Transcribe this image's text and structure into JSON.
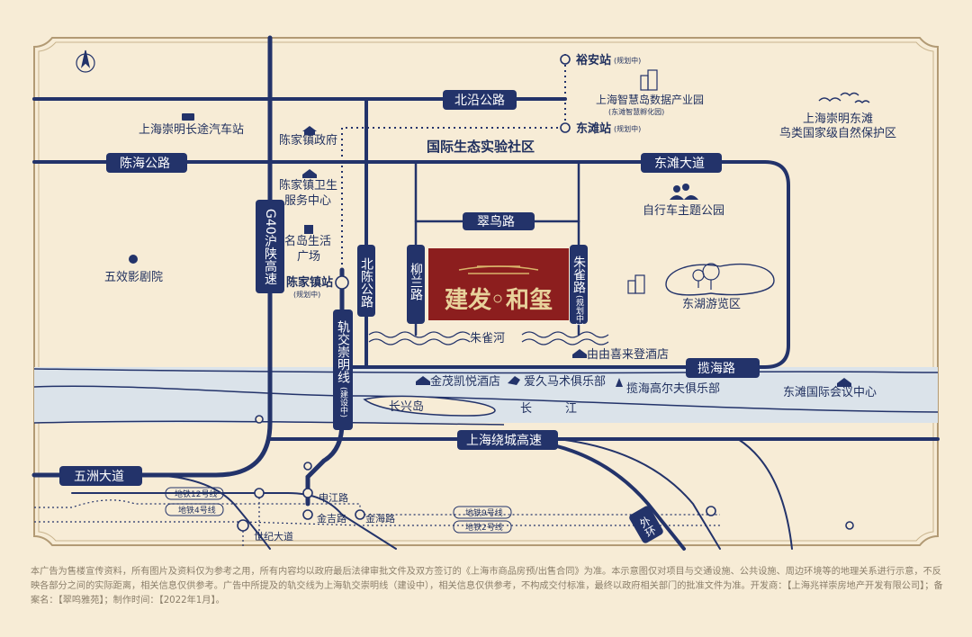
{
  "colors": {
    "road": "#23336a",
    "background": "#f7ecd6",
    "border": "#b29a74",
    "project": "#8c1e1e",
    "water": "#dbe3ea"
  },
  "icons": [
    "north-arrow-icon",
    "bus-icon",
    "government-icon",
    "hospital-icon",
    "shopping-icon",
    "cinema-icon",
    "metro-icon",
    "building-icon",
    "birds-icon",
    "people-icon",
    "hotel-icon",
    "horse-icon",
    "golf-icon",
    "water-waves-icon"
  ],
  "roads": {
    "beiyan": "北沿公路",
    "chenhai": "陈海公路",
    "dongtan": "东滩大道",
    "cuiniao": "翠鸟路",
    "liulan": "柳兰路",
    "zhuque": "朱雀路",
    "zhuque_note": "(规划中)",
    "beichen": "北陈公路",
    "g40": "G40沪陕高速",
    "lanhai": "揽海路",
    "raocheng": "上海绕城高速",
    "wuzhou": "五洲大道",
    "waihuan": "外环",
    "metro_line": "轨交崇明线",
    "metro_note": "(建设中)"
  },
  "stations": {
    "yuan": "裕安站",
    "yuan_note": "(规划中)",
    "dongtan": "东滩站",
    "dongtan_note": "(规划中)",
    "chenjia": "陈家镇站",
    "chenjia_note": "(规划中)"
  },
  "places": {
    "eco_community": "国际生态实验社区",
    "bus_station": "上海崇明长途汽车站",
    "gov": "陈家镇政府",
    "health1": "陈家镇卫生",
    "health2": "服务中心",
    "mingdao1": "名岛生活",
    "mingdao2": "广场",
    "cinema": "五效影剧院",
    "smart1": "上海智慧岛数据产业园",
    "smart2": "(东滩智慧孵化园)",
    "bird1": "上海崇明东滩",
    "bird2": "鸟类国家级自然保护区",
    "bike": "自行车主题公园",
    "lake": "东湖游览区",
    "zhuque_river": "朱雀河",
    "youyou": "由由喜来登酒店",
    "jinmao": "金茂凯悦酒店",
    "aijiu": "爱久马术俱乐部",
    "golf": "揽海高尔夫俱乐部",
    "conference": "东滩国际会议中心",
    "changxing": "长兴岛",
    "chang": "长",
    "jiang": "江"
  },
  "project": {
    "name_left": "建发",
    "name_right": "和玺"
  },
  "metro": {
    "line12": "地铁12号线",
    "line4": "地铁4号线",
    "line9": "地铁9号线",
    "line2": "地铁2号线",
    "shenjiang": "申江路",
    "jinji": "金吉路",
    "jinhai": "金海路",
    "shiji": "世纪大道"
  },
  "disclaimer": "本广告为售楼宣传资料，所有图片及资料仅为参考之用，所有内容均以政府最后法律审批文件及双方签订的《上海市商品房预/出售合同》为准。本示意图仅对项目与交通设施、公共设施、周边环境等的地理关系进行示意，不反映各部分之间的实际距离，相关信息仅供参考。广告中所提及的轨交线为上海轨交崇明线（建设中），相关信息仅供参考，不构成交付标准，最终以政府相关部门的批准文件为准。开发商：【上海兆祥崇房地产开发有限公司】；备案名：【翠鸣雅苑】；制作时间：【2022年1月】。"
}
